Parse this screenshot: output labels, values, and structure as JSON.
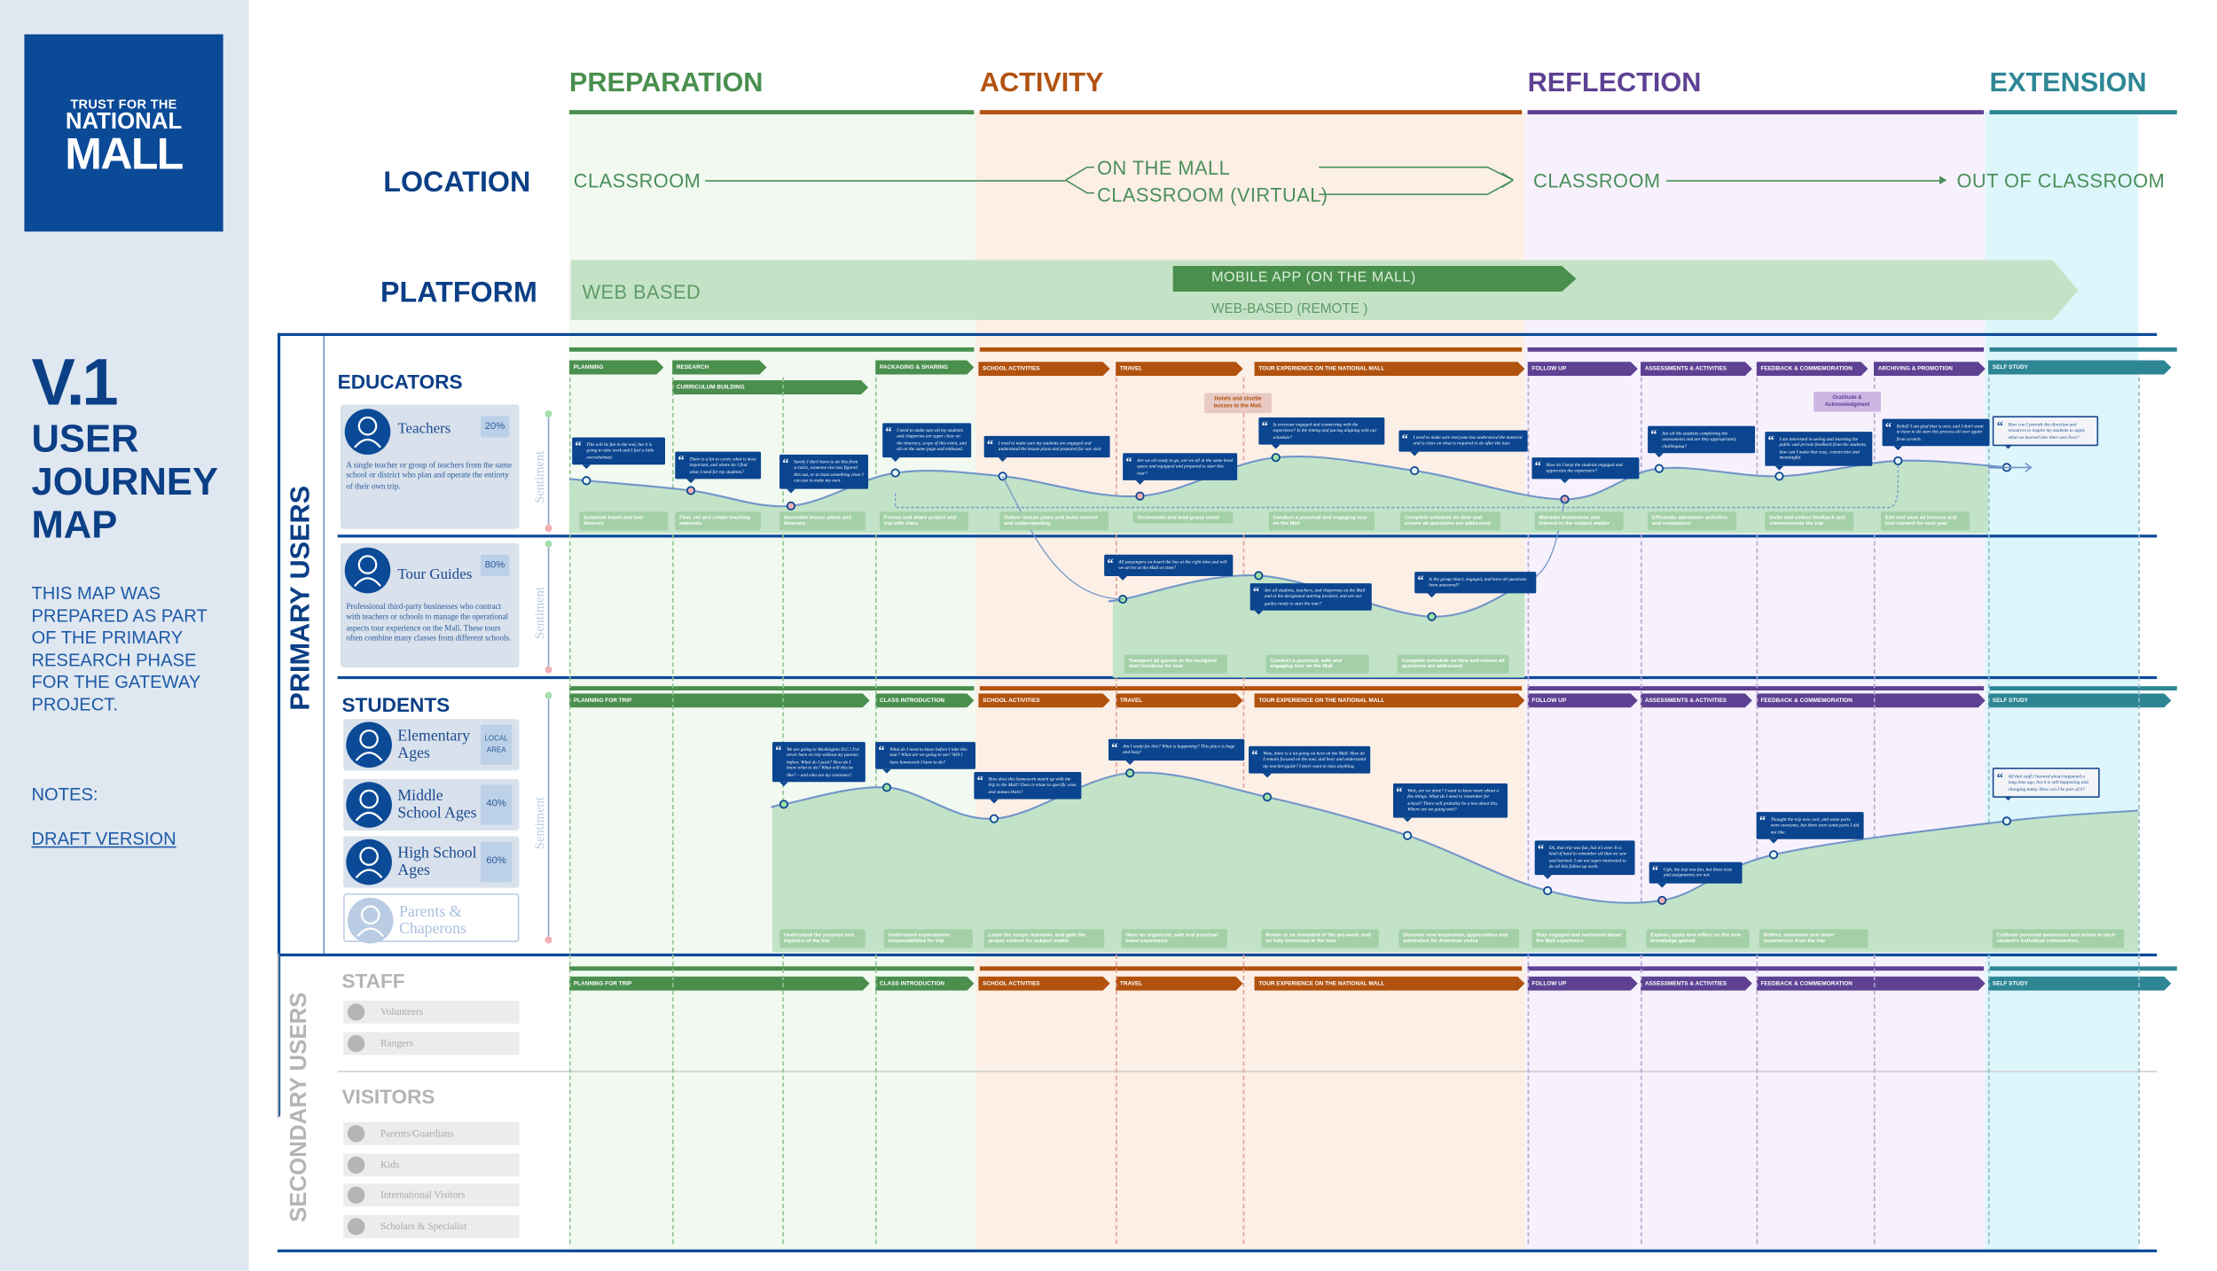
{
  "sidebar": {
    "logo_lines": [
      "TRUST FOR THE",
      "NATIONAL",
      "MALL"
    ],
    "version": "V.1",
    "title_lines": [
      "USER",
      "JOURNEY",
      "MAP"
    ],
    "description": "THIS MAP WAS PREPARED AS PART OF THE PRIMARY RESEARCH PHASE FOR THE GATEWAY PROJECT.",
    "notes_label": "NOTES:",
    "notes_link": "DRAFT VERSION"
  },
  "phases": [
    {
      "name": "PREPARATION",
      "color": "#4a8f4e",
      "bg": "#f1f9f1"
    },
    {
      "name": "ACTIVITY",
      "color": "#b1520f",
      "bg": "#fcefe5"
    },
    {
      "name": "REFLECTION",
      "color": "#5e4192",
      "bg": "#f6f1fc"
    },
    {
      "name": "EXTENSION",
      "color": "#2e8695",
      "bg": "#ddf6fb"
    }
  ],
  "location": {
    "label": "LOCATION",
    "steps": [
      "CLASSROOM",
      "ON THE MALL",
      "CLASSROOM (VIRTUAL)",
      "CLASSROOM",
      "OUT OF CLASSROOM"
    ]
  },
  "platform": {
    "label": "PLATFORM",
    "web": "WEB BASED",
    "mobile": "MOBILE APP (ON THE MALL)",
    "remote": "WEB-BASED (REMOTE )"
  },
  "groups": {
    "primary": "PRIMARY USERS",
    "secondary": "SECONDARY USERS"
  },
  "sentiment_label": "Sentiment",
  "educators": {
    "title": "EDUCATORS",
    "personas": [
      {
        "name": "Teachers",
        "share": "20%",
        "description": "A single teacher or group of teachers from the same school or district who plan and operate the entirety of their own trip."
      },
      {
        "name": "Tour Guides",
        "share": "80%",
        "description": "Professional third-party businesses who contract with teachers or schools to manage the operational aspects tour experience on the Mall. These tours often combine many classes from different schools."
      }
    ],
    "stages": [
      {
        "label": "PLANNING",
        "phase": 0
      },
      {
        "label": "RESEARCH",
        "phase": 0
      },
      {
        "label": "CURRICULUM BUILDING",
        "phase": 0
      },
      {
        "label": "PACKAGING & SHARING",
        "phase": 0
      },
      {
        "label": "SCHOOL ACTIVITIES",
        "phase": 1
      },
      {
        "label": "TRAVEL",
        "phase": 1
      },
      {
        "label": "TOUR EXPERIENCE ON THE NATIONAL MALL",
        "phase": 1
      },
      {
        "label": "FOLLOW UP",
        "phase": 2
      },
      {
        "label": "ASSESSMENTS & ACTIVITIES",
        "phase": 2
      },
      {
        "label": "FEEDBACK & COMMEMORATION",
        "phase": 2
      },
      {
        "label": "ARCHIVING & PROMOTION",
        "phase": 2
      },
      {
        "label": "SELF STUDY",
        "phase": 3
      }
    ],
    "tags": [
      {
        "text": "Hotels and shuttle busses to the Mall.",
        "color": "#b1520f",
        "bg": "#e9c9c4"
      },
      {
        "text": "Gratitude & Acknowledgment",
        "color": "#5e4192",
        "bg": "#cbb6e4"
      }
    ],
    "teacher_quotes": [
      {
        "text": "This will be fun in the end, but it is going to take work and I feel a little overwhelmed.",
        "sentiment": 0.4,
        "mood": "neutral"
      },
      {
        "text": "There is a lot to cover, what is most important, and where do I find what I need for my students?",
        "sentiment": 0.31,
        "mood": "negative"
      },
      {
        "text": "Surely I don't have to do this from scratch, someone else has figured this out, or at least something close I can use to make my own.",
        "sentiment": 0.17,
        "mood": "negative"
      },
      {
        "text": "I need to make sure all my students and chaperons are super clear on the itinerary, scope of this event, and all on the same page and enthused.",
        "sentiment": 0.47,
        "mood": "neutral"
      },
      {
        "text": "I need to make sure my students are engaged and understand the lesson plans and prepared for our visit.",
        "sentiment": 0.44,
        "mood": "neutral"
      },
      {
        "text": "Are we all ready to go, are we all in the same head space and equipped and prepared to start this tour?",
        "sentiment": 0.26,
        "mood": "negative"
      },
      {
        "text": "Is everyone engaged and connecting with the experience? Is the timing and pacing aligning with our schedule?",
        "sentiment": 0.61,
        "mood": "positive"
      },
      {
        "text": "I need to make sure everyone has understood the material and is clear on what is required to do after the tour.",
        "sentiment": 0.49,
        "mood": "neutral"
      },
      {
        "text": "How do I keep the students engaged and appreciate the experience?",
        "sentiment": 0.23,
        "mood": "negative"
      },
      {
        "text": "Are all the students completing the assessments and are they appropriately challenging?",
        "sentiment": 0.51,
        "mood": "neutral"
      },
      {
        "text": "I am interested in seeing and learning the public and private feedback from the students, how can I make that easy, constrictive and meaningful.",
        "sentiment": 0.44,
        "mood": "neutral"
      },
      {
        "text": "Relief! I am glad that is over, and I don't want to have to do start this process all over again from scratch.",
        "sentiment": 0.58,
        "mood": "neutral"
      },
      {
        "text": "How can I provide the direction and resources to inspire my students to apply what we learned into their own lives?",
        "sentiment": 0.52,
        "mood": "neutral"
      }
    ],
    "teacher_actions": [
      "Establish travel and tour itinerary",
      "Find, vet  and create teaching materials",
      "Assemble lesson plans and itenerary",
      "Format and share project and trip with class",
      "Deliver lesson plans and build context and understanding",
      "Orchestrate and lead  group travel",
      "Conduct a punctual and engaging tour on the Mall",
      "Complete schedule on time and ensure all questions are addressed",
      "Maintain momentum and interest in the subject matter",
      "Efficiently administer activities and evaluations",
      "Invite and collect feedback and commemorate the trip",
      "Edit and save all lessons and tour content for next year"
    ],
    "guide_quotes": [
      {
        "text": "All passengers on board the bus at the right time and will we arrive at the Mall on time?",
        "sentiment": 0.55,
        "mood": "positive"
      },
      {
        "text": "Are all students, teachers, and chaperons on the Mall and at the designated starting location, and are our guides ready to start the tour?",
        "sentiment": 0.74,
        "mood": "positive"
      },
      {
        "text": "Is the group intact, engaged, and have all questions been answered?",
        "sentiment": 0.41,
        "mood": "positive"
      }
    ],
    "guide_actions": [
      "Transport all guests to the assigned start locations for tour",
      "Conduct a punctual, safe and engaging tour on the Mall",
      "Complete schedule on time and ensure all questions are addressed"
    ]
  },
  "students": {
    "title": "STUDENTS",
    "personas": [
      {
        "name": "Elementary Ages",
        "share": "LOCAL AREA"
      },
      {
        "name": "Middle School Ages",
        "share": "40%"
      },
      {
        "name": "High School Ages",
        "share": "60%"
      },
      {
        "name": "Parents & Chaperons",
        "share": ""
      }
    ],
    "stages": [
      {
        "label": "PLANNING FOR TRIP",
        "phase": 0
      },
      {
        "label": "CLASS INTRODUCTION",
        "phase": 0
      },
      {
        "label": "SCHOOL ACTIVITIES",
        "phase": 1
      },
      {
        "label": "TRAVEL",
        "phase": 1
      },
      {
        "label": "TOUR EXPERIENCE ON THE NATIONAL MALL",
        "phase": 1
      },
      {
        "label": "FOLLOW UP",
        "phase": 2
      },
      {
        "label": "ASSESSMENTS & ACTIVITIES",
        "phase": 2
      },
      {
        "label": "FEEDBACK & COMMEMORATION",
        "phase": 2
      },
      {
        "label": "SELF STUDY",
        "phase": 3
      }
    ],
    "quotes": [
      {
        "text": "We are going to Washington D.C.! I've never been on trip without my parents before. What do I pack? How do I know what to do? What will this be like? – and who are my roomates?",
        "sentiment": 0.55,
        "mood": "positive"
      },
      {
        "text": "What do I need to know before I take this tour? What are we going to see? Will I have homework I have to do?",
        "sentiment": 0.62,
        "mood": "positive"
      },
      {
        "text": "How does this homework match up with the trip to the Mall? Does it relate to specific area and statues there?",
        "sentiment": 0.49,
        "mood": "neutral"
      },
      {
        "text": "Am I ready for this? What is happening? This place is huge and busy!",
        "sentiment": 0.68,
        "mood": "positive"
      },
      {
        "text": "Wow, there is a lot going on here on the Mall. How do I remain focused on the tour, and hear and understand my teacher/guide? I don't want to miss anything.",
        "sentiment": 0.58,
        "mood": "positive"
      },
      {
        "text": "Wait, are we done? I want to know more about a few things. What do I need to remember for school? There will probably be a test about this. Where are we going next?",
        "sentiment": 0.42,
        "mood": "neutral"
      },
      {
        "text": "Ok, that trip was fun, but it's over. It is kind of hard to remember all that we saw and learned. I am not super motivated to do all this follow up work.",
        "sentiment": 0.19,
        "mood": "neutral"
      },
      {
        "text": "Ugh, the trip was fun, but these tests and assignments are not.",
        "sentiment": 0.15,
        "mood": "negative"
      },
      {
        "text": "Thought the trip was cool, and some parts were awesome, but there were some parts I did not like.",
        "sentiment": 0.34,
        "mood": "neutral"
      },
      {
        "text": "All that stuff I learned about happened a long time ago, but it is still happening and changing today. How can I be part of it?",
        "sentiment": 0.48,
        "mood": "neutral"
      }
    ],
    "actions": [
      "Understand the purpose and logistics of the trip",
      "Understand expectations responsibilities for trip",
      "Learn the scope, intention, and gain the proper context  for subject matter",
      "Have an organized, safe and punctual travel experience",
      "Retain or be reminded of the pre-work, and be fully immersed in the tour",
      "Discover new inspiration, appreciation and admiration for American civics",
      "Stay engaged and motivated about the Mall experience",
      "Explain, apply and reflect on the new knowledge gained",
      "Reflect, remember and share experiences from the trip",
      "Cultivate personal awareness and action in each student's individual communities."
    ]
  },
  "staff": {
    "title": "STAFF",
    "items": [
      "Volunteers",
      "Rangers"
    ]
  },
  "visitors": {
    "title": "VISITORS",
    "items": [
      "Parents/Guardians",
      "Kids",
      "International Visitors",
      "Scholars & Specialist"
    ]
  },
  "mood_colors": {
    "positive": "#9fe0a6",
    "neutral": "#e3f4f4",
    "negative": "#f1aeb4"
  }
}
